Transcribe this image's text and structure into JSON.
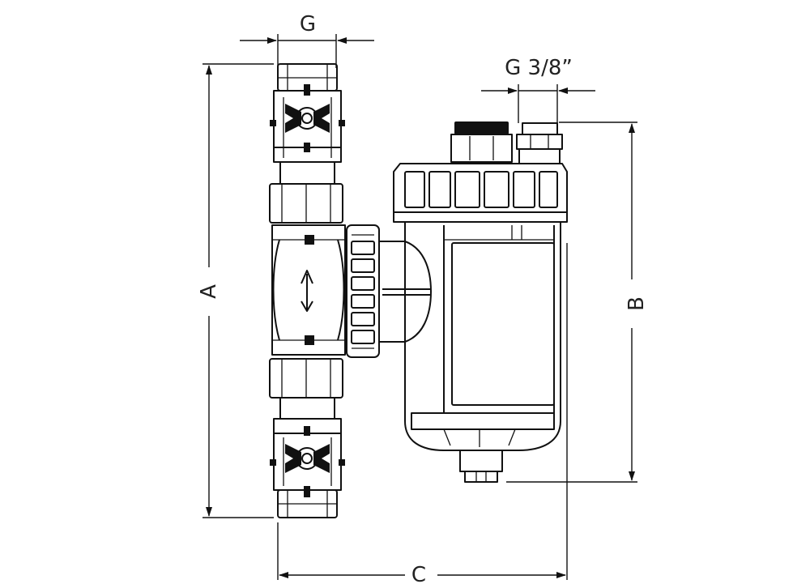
{
  "labels": {
    "g": "G",
    "g38": "G 3/8”",
    "a": "A",
    "b": "B",
    "c": "C"
  },
  "colors": {
    "line": "#111111",
    "background": "#ffffff"
  }
}
